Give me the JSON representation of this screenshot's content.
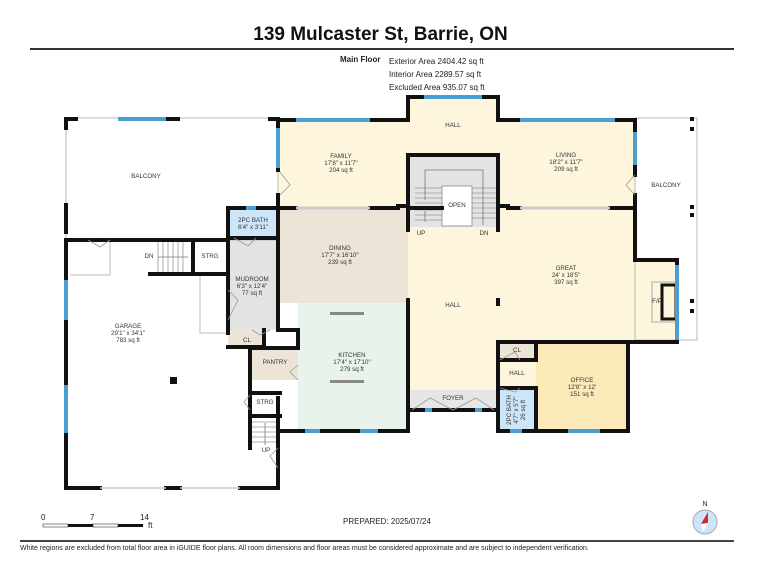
{
  "header": {
    "title": "139 Mulcaster St, Barrie, ON",
    "floor_label": "Main Floor",
    "exterior_area": "Exterior Area 2404.42 sq ft",
    "interior_area": "Interior Area 2289.57 sq ft",
    "excluded_area": "Excluded Area 935.07 sq ft"
  },
  "rooms": {
    "balcony_west": {
      "name": "BALCONY"
    },
    "balcony_east": {
      "name": "BALCONY"
    },
    "family": {
      "name": "FAMILY",
      "dims": "17'8\" x 11'7\"",
      "area": "204 sq ft"
    },
    "hall_north": {
      "name": "HALL"
    },
    "living": {
      "name": "LIVING",
      "dims": "18'2\" x 11'7\"",
      "area": "209 sq ft"
    },
    "stair_open": {
      "name": "OPEN",
      "up": "UP",
      "dn": "DN"
    },
    "bath_2pc_west": {
      "name": "2PC BATH",
      "dims": "6'4\" x 3'11\""
    },
    "dining": {
      "name": "DINING",
      "dims": "17'7\" x 16'10\"",
      "area": "239 sq ft"
    },
    "great": {
      "name": "GREAT",
      "dims": "24' x 18'5\"",
      "area": "397 sq ft",
      "fireplace": "F/P"
    },
    "garage": {
      "name": "GARAGE",
      "dims": "29'1\" x 34'1\"",
      "area": "783 sq ft",
      "dn": "DN",
      "up": "UP"
    },
    "strg_north": {
      "name": "STRG"
    },
    "mudroom": {
      "name": "MUDROOM",
      "dims": "6'3\" x 12'4\"",
      "area": "77 sq ft"
    },
    "cl_west": {
      "name": "CL"
    },
    "pantry": {
      "name": "PANTRY"
    },
    "kitchen": {
      "name": "KITCHEN",
      "dims": "17'4\" x 17'10\"",
      "area": "279 sq ft"
    },
    "hall_central": {
      "name": "HALL"
    },
    "strg_south": {
      "name": "STRG"
    },
    "foyer": {
      "name": "FOYER"
    },
    "cl_east": {
      "name": "CL"
    },
    "hall_east": {
      "name": "HALL"
    },
    "bath_2pc_east": {
      "name": "2PC BATH",
      "dims": "4'7\" x 5'7\"",
      "area": "26 sq ft"
    },
    "office": {
      "name": "OFFICE",
      "dims": "12'8\" x 12'",
      "area": "151 sq ft"
    }
  },
  "scale_bar": {
    "ticks": [
      "0",
      "7",
      "14"
    ],
    "unit": "ft"
  },
  "compass": {
    "label": "N"
  },
  "footer": {
    "prepared": "PREPARED: 2025/07/24",
    "disclaimer": "White regions are excluded from total floor area in iGUIDE floor plans. All room dimensions and floor areas must be considered approximate and are subject to independent verification."
  },
  "colors": {
    "wall": "#111111",
    "window": "#4a9fd0",
    "living_fill": "#fdf6dc",
    "dining_fill": "#ece4d6",
    "kitchen_fill": "#e8f3ec",
    "utility_fill": "#e3e3e3",
    "bath_fill": "#cde6f7",
    "office_fill": "#fbe9b8",
    "compass_red": "#d42a2a"
  }
}
